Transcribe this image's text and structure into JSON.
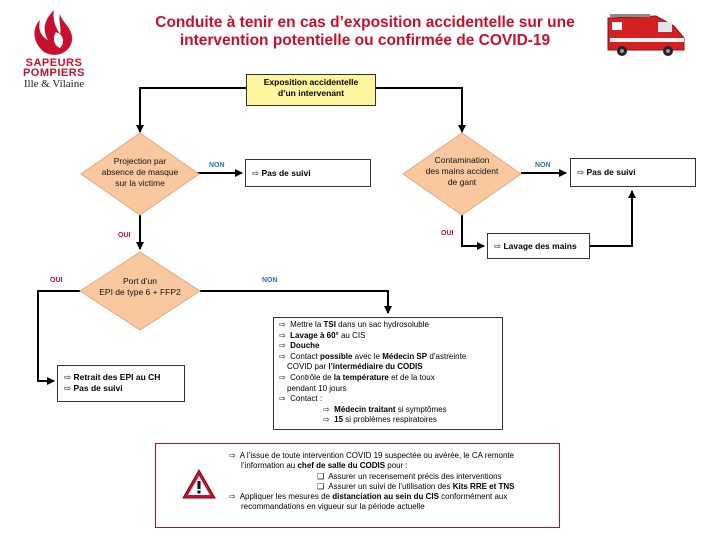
{
  "title": {
    "line1": "Conduite à tenir en cas d’exposition accidentelle sur une",
    "line2": "intervention potentielle ou confirmée de COVID-19"
  },
  "logo": {
    "line1": "SAPEURS",
    "line2": "POMPIERS",
    "line3": "Ille & Vilaine"
  },
  "ambulance_icon": "fire-ambulance-icon",
  "colors": {
    "accent": "#c8102e",
    "diamond_fill": "#f9c89f",
    "start_fill": "#fdf59c",
    "non_label": "#2f6db5"
  },
  "start": {
    "line1": "Exposition accidentelle",
    "line2": "d’un intervenant"
  },
  "decision_mask": {
    "line1": "Projection par",
    "line2": "absence de masque",
    "line3": "sur la victime"
  },
  "decision_contam": {
    "line1": "Contamination",
    "line2": "des mains accident",
    "line3": "de gant"
  },
  "decision_epi": {
    "line1": "Port d’un",
    "line2": "EPI de type 6 + FFP2"
  },
  "labels": {
    "non": "NON",
    "oui": "OUI"
  },
  "result_mask_non": "Pas de suivi",
  "result_contam_non": "Pas de suivi",
  "result_lavage": "Lavage des mains",
  "result_epi_oui": {
    "line1": "Retrait des EPI au CH",
    "line2": "Pas de suivi"
  },
  "epi_non": {
    "i1_a": "Mettre la ",
    "i1_b": "TSI",
    "i1_c": " dans un sac hydrosoluble",
    "i2_a": "Lavage à 60°",
    "i2_b": " au CIS",
    "i3": "Douche",
    "i4_a": "Contact ",
    "i4_b": "possible",
    "i4_c": " avec le ",
    "i4_d": "Médecin SP",
    "i4_e": " d’astreinte",
    "i4_f": "COVID par ",
    "i4_g": "l’intermédiaire du CODIS",
    "i5_a": "Contrôle de ",
    "i5_b": "la température",
    "i5_c": " et de la toux",
    "i5_d": "pendant 10 jours",
    "i6": "Contact :",
    "i7_a": "Médecin traitant",
    "i7_b": " si symptômes",
    "i8_a": "15",
    "i8_b": " si problèmes respiratoires"
  },
  "notice": {
    "l1": "A l’issue de toute intervention COVID 19 suspectée ou avérée, le CA remonte",
    "l2_a": "l’information au ",
    "l2_b": "chef de salle du CODIS",
    "l2_c": " pour :",
    "l3": "Assurer un recensement précis des interventions",
    "l4_a": "Assurer un suivi de l’utilisation des ",
    "l4_b": "Kits RRE et TNS",
    "l5_a": "Appliquer les mesures de ",
    "l5_b": "distanciation au sein du CIS",
    "l5_c": " conformément aux",
    "l6": "recommandations en vigueur sur la période actuelle"
  }
}
